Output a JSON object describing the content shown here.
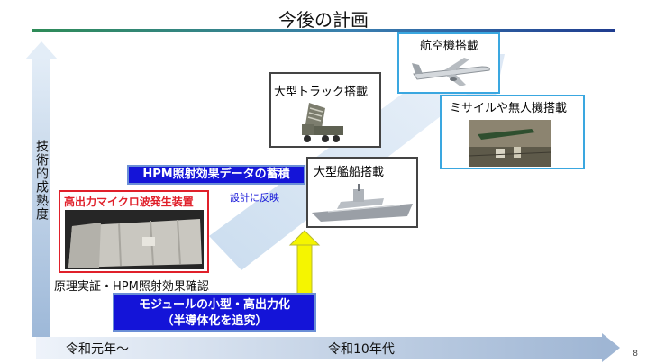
{
  "title": "今後の計画",
  "y_axis_label": "技術的成熟度",
  "timeline": {
    "start_label": "令和元年〜",
    "end_label": "令和10年代"
  },
  "red_box": {
    "title": "高出力マイクロ波発生装置",
    "caption": "原理実証・HPM照射効果確認"
  },
  "hpm_data_box": {
    "label": "HPM照射効果データの蓄積"
  },
  "design_feedback": "設計に反映",
  "module_box": {
    "line1": "モジュールの小型・高出力化",
    "line2": "（半導体化を追究）"
  },
  "platforms": {
    "truck": "大型トラック搭載",
    "ship": "大型艦船搭載",
    "aircraft": "航空機搭載",
    "missile_drone": "ミサイルや無人機搭載"
  },
  "page_number": "8",
  "colors": {
    "accent_blue": "#1414d8",
    "red_border": "#e0202a",
    "cyan_border": "#3aa7e0",
    "yellow_arrow": "#f5f500"
  }
}
